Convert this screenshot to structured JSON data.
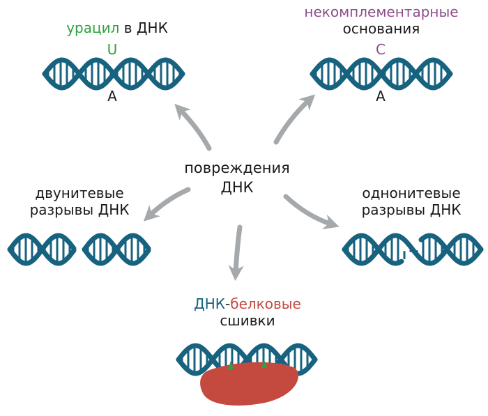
{
  "colors": {
    "dna": "#17627f",
    "arrow": "#a5a9ab",
    "uracil": "#2ea23c",
    "mismatch": "#8e4c8c",
    "protein": "#c44a40",
    "crosslink": "#2aa24a",
    "text": "#1a1a1a"
  },
  "center": {
    "line1": "повреждения",
    "line2": "ДНК"
  },
  "uracil": {
    "word": "урацил",
    "rest": " в ДНК",
    "top_base": "U",
    "bottom_base": "A"
  },
  "mismatch": {
    "line1": "некомплементарные",
    "line2": "основания",
    "top_base": "C",
    "bottom_base": "A"
  },
  "dsb": {
    "line1": "двунитевые",
    "line2": "разрывы ДНК"
  },
  "ssb": {
    "line1": "однонитевые",
    "line2": "разрывы ДНК"
  },
  "crosslink": {
    "word1": "ДНК",
    "dash": "-",
    "word2": "белковые",
    "line2": "сшивки"
  }
}
